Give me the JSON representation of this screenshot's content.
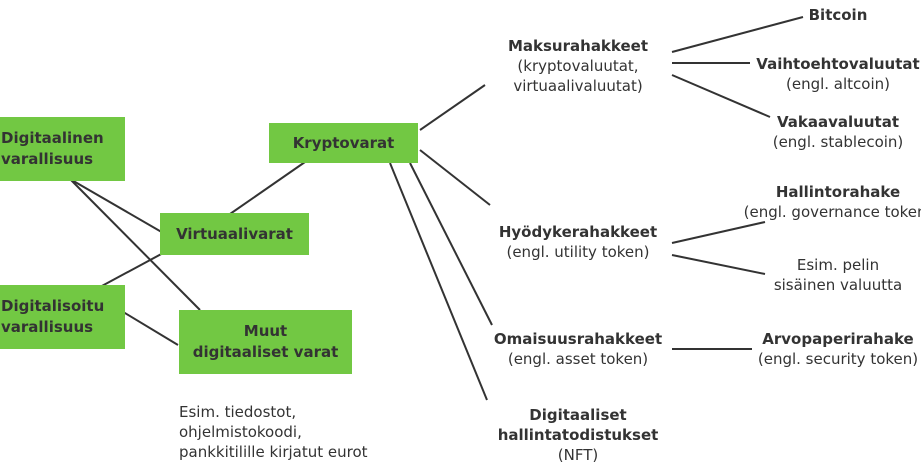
{
  "boxes": {
    "digitaalinen_varallisuus": [
      "Digitaalinen",
      "varallisuus"
    ],
    "digitalisoitu_varallisuus": [
      "Digitalisoitu",
      "varallisuus"
    ],
    "virtuaalivarat": "Virtuaalivarat",
    "kryptovarat": "Kryptovarat",
    "muut_digitaaliset_varat": [
      "Muut",
      "digitaaliset varat"
    ]
  },
  "example_text": [
    "Esim. tiedostot,",
    "ohjelmistokoodi,",
    "pankkitilille kirjatut eurot"
  ],
  "categories": {
    "maksurahakkeet": {
      "title": "Maksurahakkeet",
      "sub": [
        "(kryptovaluutat,",
        "virtuaalivaluutat)"
      ]
    },
    "hyodykerahakkeet": {
      "title": "Hyödykerahakkeet",
      "sub": [
        "(engl. utility token)"
      ]
    },
    "omaisuusrahakkeet": {
      "title": "Omaisuusrahakkeet",
      "sub": [
        "(engl. asset token)"
      ]
    },
    "nft": {
      "title": [
        "Digitaaliset",
        "hallintatodistukset"
      ],
      "sub": [
        "(NFT)"
      ]
    }
  },
  "leaves": {
    "bitcoin": {
      "title": "Bitcoin"
    },
    "vaihtoehtovaluutat": {
      "title": "Vaihtoehtovaluutat",
      "sub": "(engl. altcoin)"
    },
    "vakaavaluutat": {
      "title": "Vakaavaluutat",
      "sub": "(engl. stablecoin)"
    },
    "hallintorahake": {
      "title": "Hallintorahake",
      "sub": "(engl. governance token)"
    },
    "pelin_valuutta": {
      "sub": [
        "Esim. pelin",
        "sisäinen valuutta"
      ]
    },
    "arvopaperirahake": {
      "title": "Arvopaperirahake",
      "sub": "(engl. security token)"
    }
  },
  "colors": {
    "box_fill": "#72c843",
    "text": "#333333",
    "line": "#333333"
  }
}
